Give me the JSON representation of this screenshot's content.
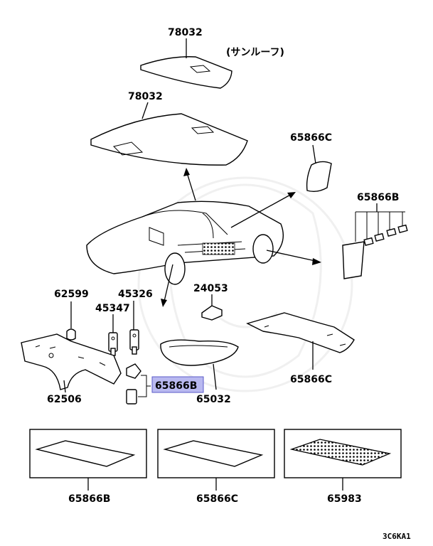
{
  "labels": {
    "p78032_top": "78032",
    "sunroof": "(サンルーフ)",
    "p78032_main": "78032",
    "p65866c_upper": "65866C",
    "p65866b_upper": "65866B",
    "p62599": "62599",
    "p45326": "45326",
    "p45347": "45347",
    "p24053": "24053",
    "p65866b_mid": "65866B",
    "p65866c_floor": "65866C",
    "p62506": "62506",
    "p65032": "65032",
    "p65866b_box": "65866B",
    "p65866c_box": "65866C",
    "p65983_box": "65983",
    "code": "3C6KA1"
  },
  "colors": {
    "highlight": "#b9b9f0",
    "line": "#000000",
    "background": "#ffffff"
  }
}
